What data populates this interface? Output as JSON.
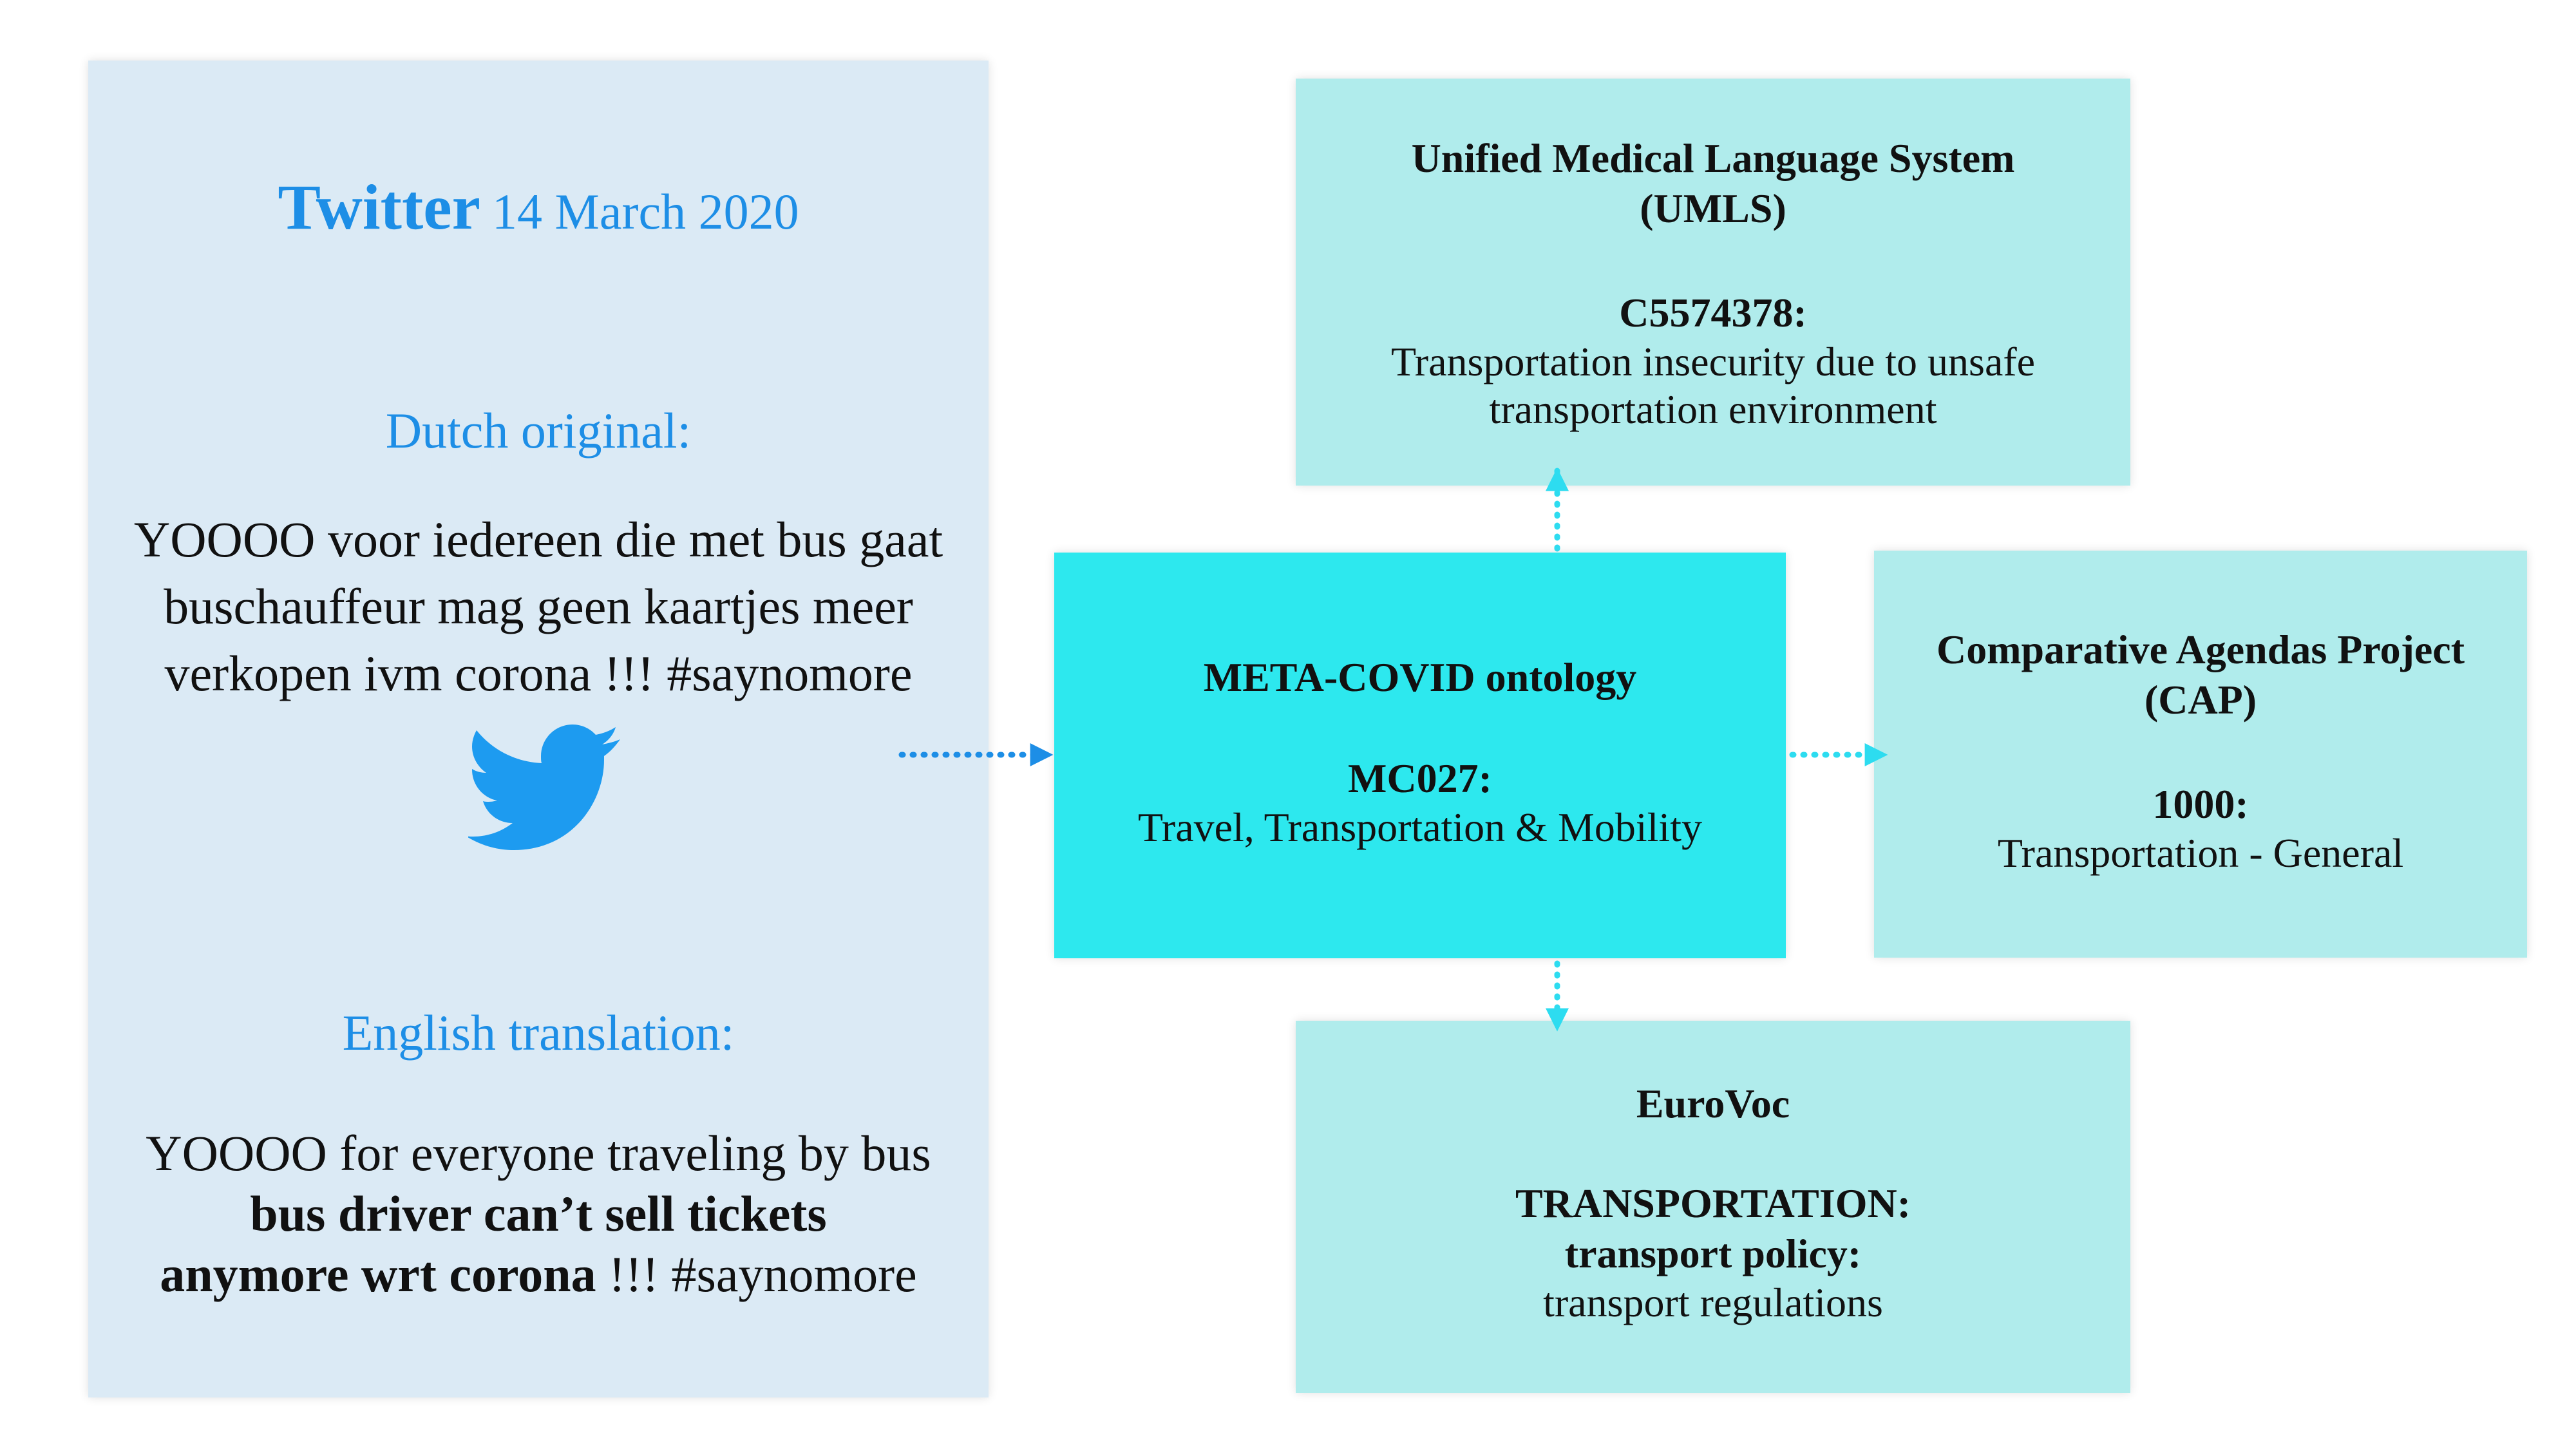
{
  "tweet": {
    "platform": "Twitter",
    "date": "14 March 2020",
    "dutch_heading": "Dutch original:",
    "dutch_lines": [
      "YOOOO voor iedereen die met bus gaat",
      "buschauffeur mag geen kaartjes meer",
      "verkopen ivm corona !!! #saynomore"
    ],
    "english_heading": "English translation:",
    "english_line1": "YOOOO for everyone traveling by bus",
    "english_line2_bold": "bus driver can’t sell tickets",
    "english_line3_bold": "anymore wrt corona",
    "english_line3_rest": " !!! #saynomore",
    "icon": "twitter-bird-icon"
  },
  "meta_covid": {
    "title": "META-COVID ontology",
    "code": "MC027:",
    "label": "Travel, Transportation & Mobility"
  },
  "umls": {
    "title_line1": "Unified Medical Language System",
    "title_line2": "(UMLS)",
    "code": "C5574378:",
    "label_line1": "Transportation insecurity due to unsafe",
    "label_line2": "transportation environment"
  },
  "cap": {
    "title_line1": "Comparative Agendas Project",
    "title_line2": "(CAP)",
    "code": "1000:",
    "label": "Transportation - General"
  },
  "eurovoc": {
    "title": "EuroVoc",
    "code_line1": "TRANSPORTATION:",
    "code_line2": "transport policy:",
    "label": "transport regulations"
  },
  "colors": {
    "tweet_panel": "#dbeaf5",
    "twitter_blue": "#1d8ee6",
    "center_box": "#2de8ee",
    "outer_box": "#b0ecec",
    "arrow_blue": "#1d8ee6",
    "arrow_cyan": "#2ddcf0"
  }
}
